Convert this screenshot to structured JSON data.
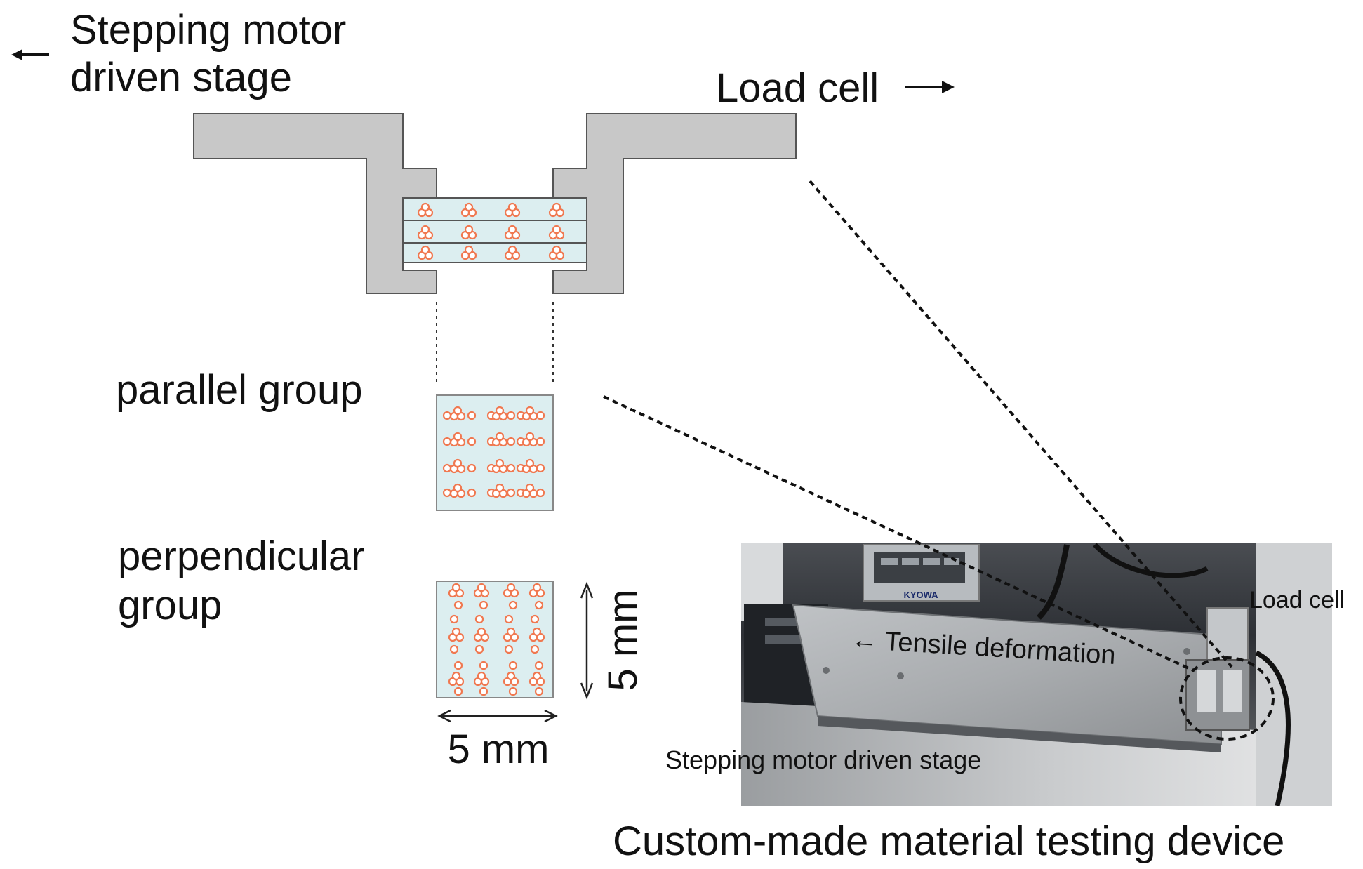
{
  "labels": {
    "stage_line1": "Stepping motor",
    "stage_line2": "driven stage",
    "load_cell": "Load cell",
    "parallel_group": "parallel group",
    "perpendicular_line1": "perpendicular",
    "perpendicular_line2": "group",
    "dim_vertical": "5 mm",
    "dim_horizontal": "5 mm",
    "caption": "Custom-made material testing device"
  },
  "photo": {
    "load_cell": "Load cell",
    "tensile": "Tensile deformation",
    "stage": "Stepping motor driven stage",
    "brand": "KYOWA"
  },
  "colors": {
    "clamp_gray": "#c8c8c8",
    "gel_fill": "#dceef0",
    "cell_orange": "#f07850"
  }
}
